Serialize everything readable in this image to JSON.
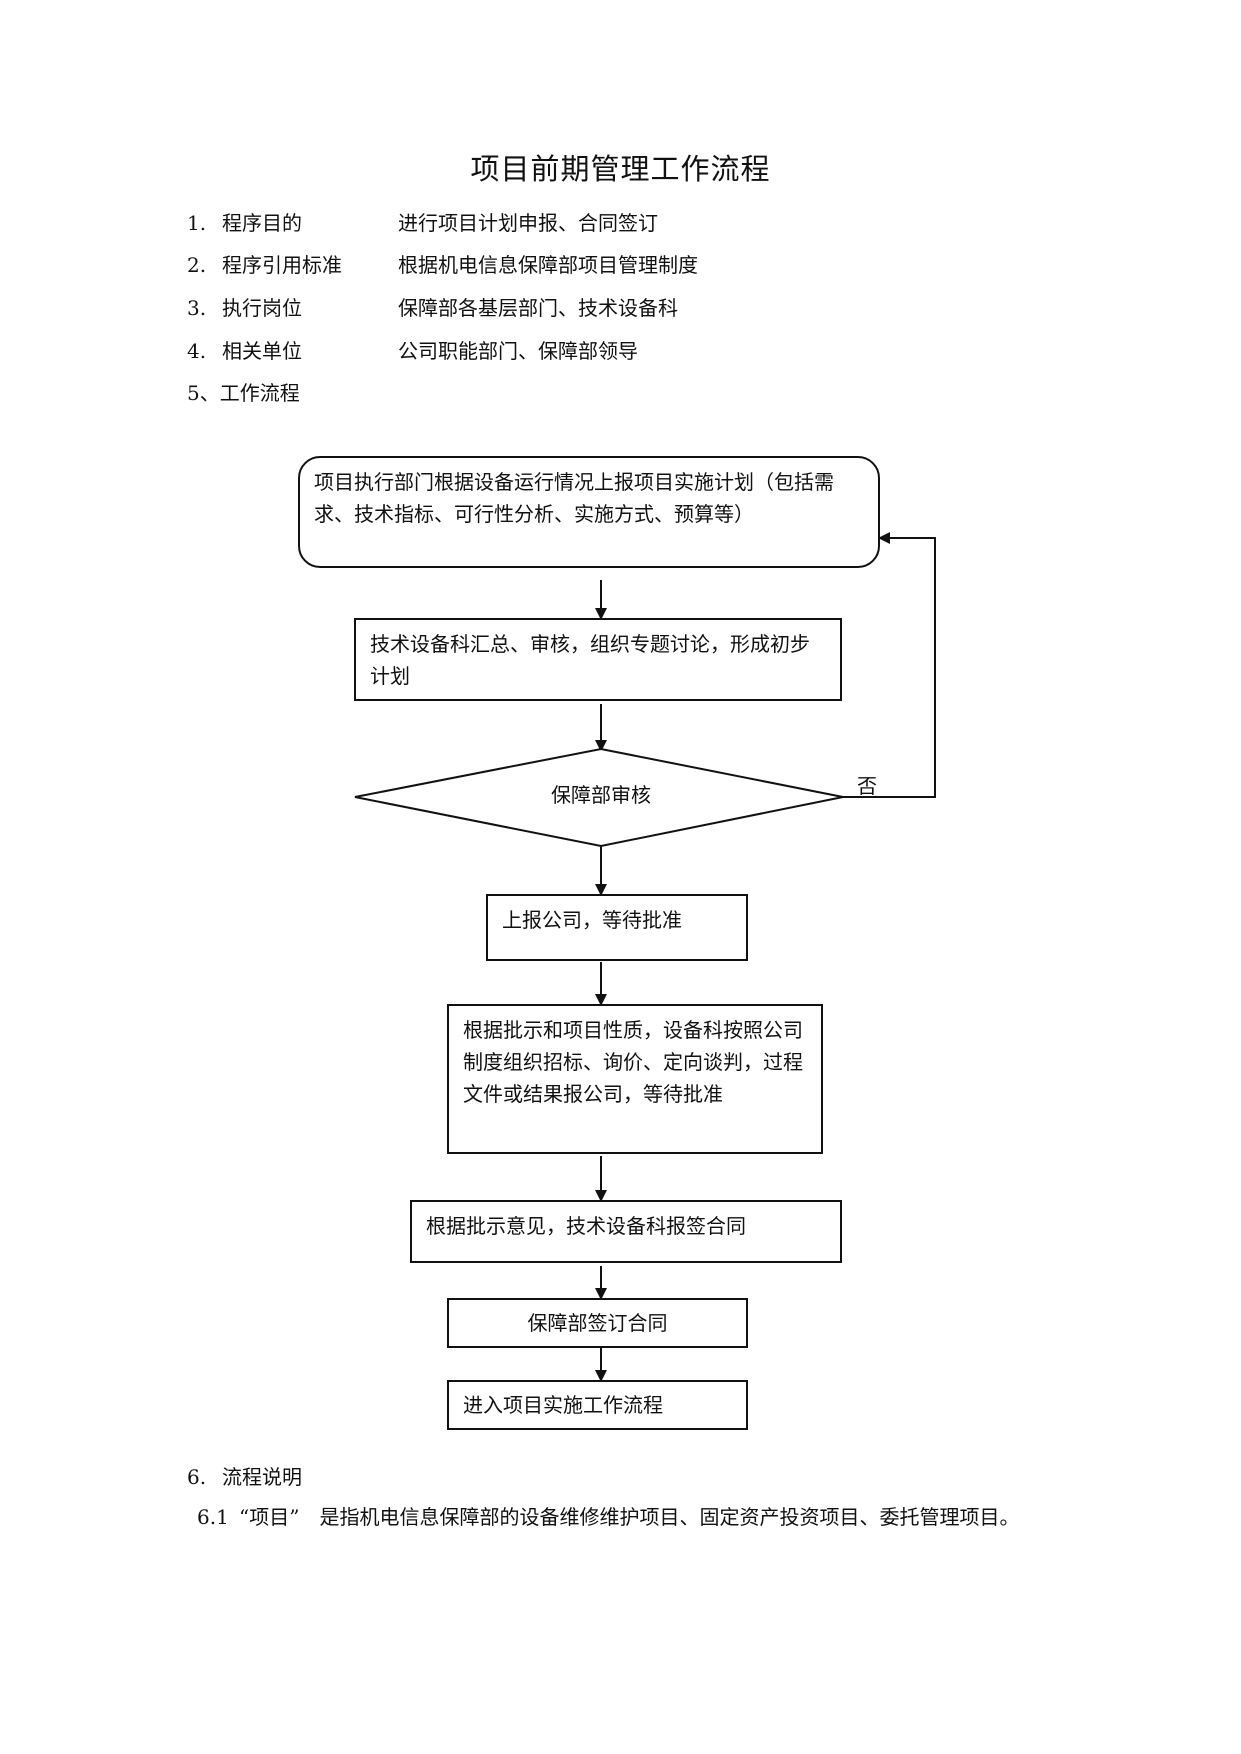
{
  "title": "项目前期管理工作流程",
  "sections": [
    {
      "num": "1.",
      "label": "程序目的",
      "value": "进行项目计划申报、合同签订"
    },
    {
      "num": "2.",
      "label": "程序引用标准",
      "value": "根据机电信息保障部项目管理制度"
    },
    {
      "num": "3.",
      "label": "执行岗位",
      "value": "保障部各基层部门、技术设备科"
    },
    {
      "num": "4.",
      "label": "相关单位",
      "value": "公司职能部门、保障部领导"
    }
  ],
  "section5": "5、工作流程",
  "flow": {
    "step1": "项目执行部门根据设备运行情况上报项目实施计划（包括需求、技术指标、可行性分析、实施方式、预算等）",
    "step2": "技术设备科汇总、审核，组织专题讨论，形成初步计划",
    "decision": "保障部审核",
    "no_label": "否",
    "step3": "上报公司，等待批准",
    "step4": "根据批示和项目性质，设备科按照公司制度组织招标、询价、定向谈判，过程文件或结果报公司，等待批准",
    "step5": "根据批示意见，技术设备科报签合同",
    "step6": "保障部签订合同",
    "step7": "进入项目实施工作流程"
  },
  "section6": {
    "heading_num": "6.",
    "heading": "流程说明",
    "item_num": "6.1",
    "item_text": "“项目”　是指机电信息保障部的设备维修维护项目、固定资产投资项目、委托管理项目。"
  }
}
